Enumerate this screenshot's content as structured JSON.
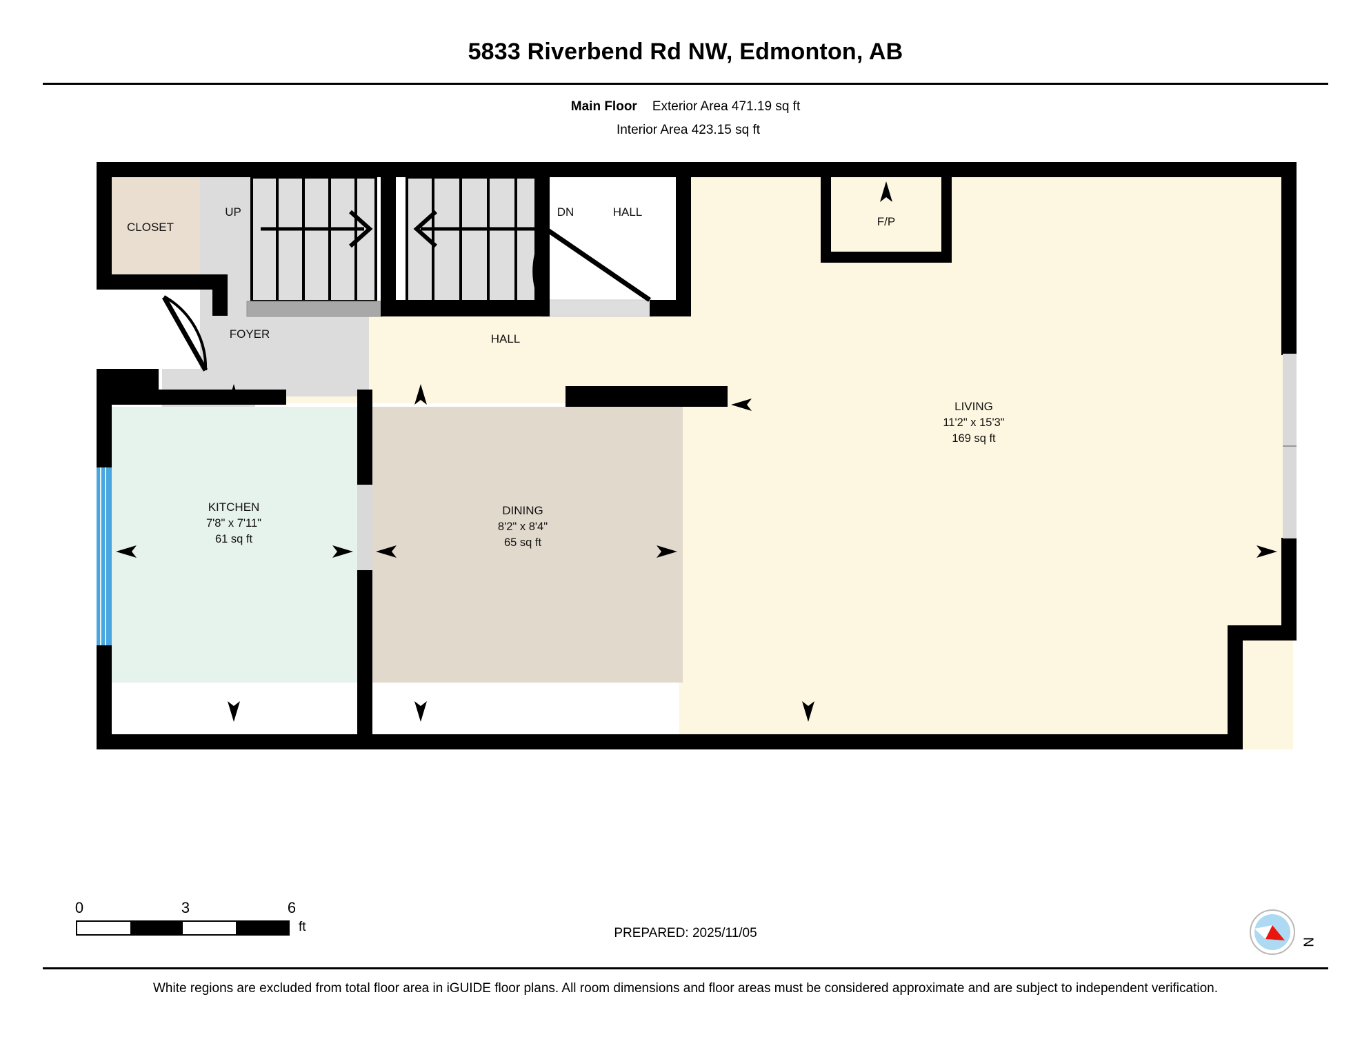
{
  "header": {
    "title": "5833 Riverbend Rd NW, Edmonton, AB",
    "floor_label": "Main Floor",
    "exterior_area": "Exterior Area 471.19 sq ft",
    "interior_area": "Interior Area 423.15 sq ft"
  },
  "plan": {
    "rooms": [
      {
        "key": "closet",
        "name": "CLOSET",
        "dims": "",
        "area": "",
        "fill": "#e9ded0"
      },
      {
        "key": "foyer",
        "name": "FOYER",
        "dims": "",
        "area": "",
        "fill": "#dcdcdc"
      },
      {
        "key": "hall_up",
        "name": "HALL",
        "dims": "",
        "area": "",
        "fill": "#fdf6e0"
      },
      {
        "key": "hall",
        "name": "HALL",
        "dims": "",
        "area": "",
        "fill": "#fdf6e0"
      },
      {
        "key": "living",
        "name": "LIVING",
        "dims": "11'2\" x 15'3\"",
        "area": "169 sq ft",
        "fill": "#fdf6e0"
      },
      {
        "key": "kitchen",
        "name": "KITCHEN",
        "dims": "7'8\" x 7'11\"",
        "area": "61 sq ft",
        "fill": "#e6f2ec"
      },
      {
        "key": "dining",
        "name": "DINING",
        "dims": "8'2\" x 8'4\"",
        "area": "65 sq ft",
        "fill": "#e2d9cd"
      }
    ],
    "markers": {
      "stair_up": "UP",
      "stair_down": "DN",
      "fireplace": "F/P"
    }
  },
  "footer": {
    "scale_ticks": [
      "0",
      "3",
      "6"
    ],
    "scale_unit": "ft",
    "prepared": "PREPARED: 2025/11/05",
    "compass_label": "N",
    "disclaimer": "White regions are excluded from total floor area in iGUIDE floor plans. All room dimensions and floor areas must be considered approximate and are subject to independent verification."
  },
  "colors": {
    "wall": "#000000",
    "living_fill": "#fdf6e0",
    "kitchen_fill": "#e6f2ec",
    "dining_fill": "#e2d9cd",
    "closet_fill": "#e9ded0",
    "foyer_fill": "#dcdcdc",
    "stair_fill": "#dedede",
    "window_blue": "#49a6e0",
    "compass_disc": "#aed9f2",
    "compass_needle": "#e8160c"
  }
}
